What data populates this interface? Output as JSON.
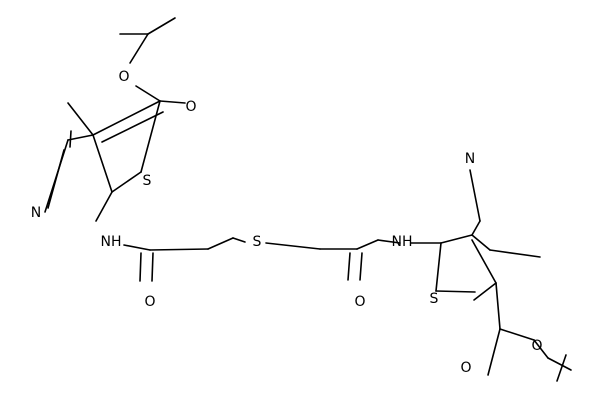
{
  "atom_labels": {
    "o_ester_left": "O",
    "o_carbonyl_left": "O",
    "s_ring_left": "S",
    "n_nitrile_left": "N",
    "nh_left": "NH",
    "o_amide_left": "O",
    "s_thioether": "S",
    "o_amide_right": "O",
    "nh_right": "NH",
    "n_nitrile_right": "N",
    "s_ring_right": "S",
    "o_carbonyl_right": "O",
    "o_ester_right": "O"
  }
}
